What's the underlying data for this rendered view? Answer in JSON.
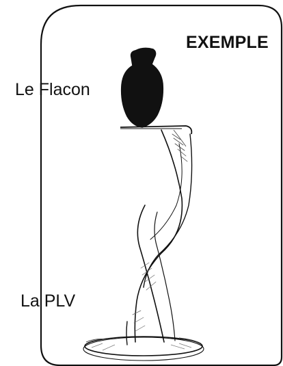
{
  "title": "EXEMPLE",
  "labels": {
    "flacon": "Le Flacon",
    "plv": "La PLV"
  },
  "colors": {
    "ink": "#111111",
    "background": "#ffffff"
  }
}
